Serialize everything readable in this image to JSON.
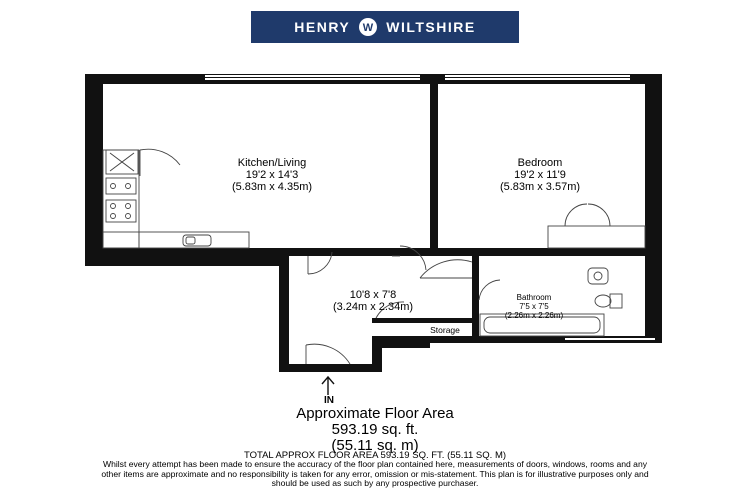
{
  "logo": {
    "brand_left": "HENRY",
    "brand_right": "WILTSHIRE",
    "mark_letter": "W",
    "background": "#1f3a6b"
  },
  "rooms": {
    "kitchen": {
      "name": "Kitchen/Living",
      "imperial": "19'2 x 14'3",
      "metric": "(5.83m x 4.35m)"
    },
    "bedroom": {
      "name": "Bedroom",
      "imperial": "19'2 x 11'9",
      "metric": "(5.83m x 3.57m)"
    },
    "hall": {
      "imperial": "10'8 x 7'8",
      "metric": "(3.24m x 2.34m)"
    },
    "bathroom": {
      "name": "Bathroom",
      "imperial": "7'5 x 7'5",
      "metric": "(2.26m x 2.26m)"
    },
    "storage": {
      "name": "Storage"
    }
  },
  "entrance": {
    "label": "IN"
  },
  "summary": {
    "title": "Approximate Floor Area",
    "sq_ft": "593.19 sq. ft.",
    "sq_m": "(55.11 sq. m)",
    "total_line": "TOTAL APPROX FLOOR AREA 593.19 SQ. FT. (55.11 SQ. M)",
    "disclaimer": "Whilst every attempt has been made to ensure the accuracy of the floor plan contained here, measurements of doors, windows, rooms and any other items are approximate and no responsibility is taken for any error, omission or mis-statement. This plan is for illustrative purposes only and should be used as such by any prospective purchaser."
  },
  "colors": {
    "wall": "#111111",
    "fixture": "#444444"
  }
}
